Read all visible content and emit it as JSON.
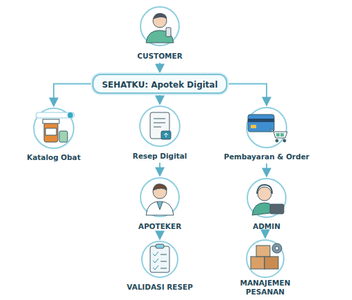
{
  "diagram": {
    "nodes": [
      {
        "text": [
          "CUSTOMER"
        ]
      },
      {
        "text": [
          "SEHATKU: Apotek Digital"
        ]
      },
      {
        "text": [
          "Katalog Obat"
        ]
      },
      {
        "text": [
          "Resep Digital"
        ]
      },
      {
        "text": [
          "Pembayaran & Order"
        ]
      },
      {
        "text": [
          "APOTEKER"
        ]
      },
      {
        "text": [
          "VALIDASI RESEP"
        ]
      },
      {
        "text": [
          "ADMIN"
        ]
      },
      {
        "text": [
          "MANAJEMEN PESANAN"
        ]
      }
    ],
    "edges": [
      {
        "from": 0,
        "to": 1,
        "arrow": "to"
      },
      {
        "from": 1,
        "to": 2,
        "arrow": "to"
      },
      {
        "from": 1,
        "to": 3,
        "arrow": "to"
      },
      {
        "from": 1,
        "to": 4,
        "arrow": "to"
      },
      {
        "from": 3,
        "to": 5,
        "arrow": "to"
      },
      {
        "from": 5,
        "to": 6,
        "arrow": "to"
      },
      {
        "from": 4,
        "to": 7,
        "arrow": "to"
      },
      {
        "from": 7,
        "to": 8,
        "arrow": "to"
      }
    ]
  }
}
